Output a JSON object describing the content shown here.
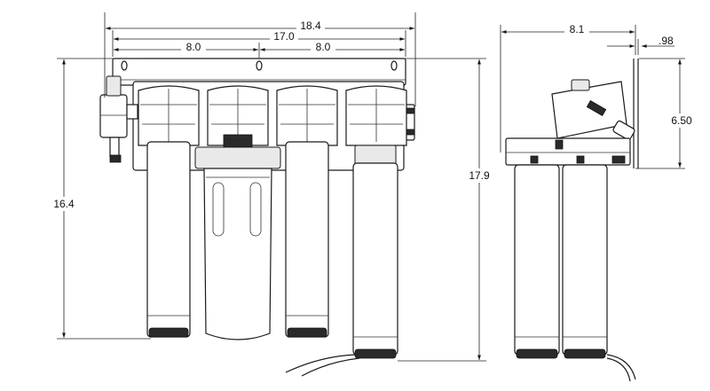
{
  "dimensions": {
    "overall_width": "18.4",
    "mount_width": "17.0",
    "left_spacing": "8.0",
    "right_spacing": "8.0",
    "bracket_height": "16.4",
    "overall_height": "17.9",
    "side_depth": "8.1",
    "bracket_offset": ".98",
    "head_height": "6.50"
  }
}
